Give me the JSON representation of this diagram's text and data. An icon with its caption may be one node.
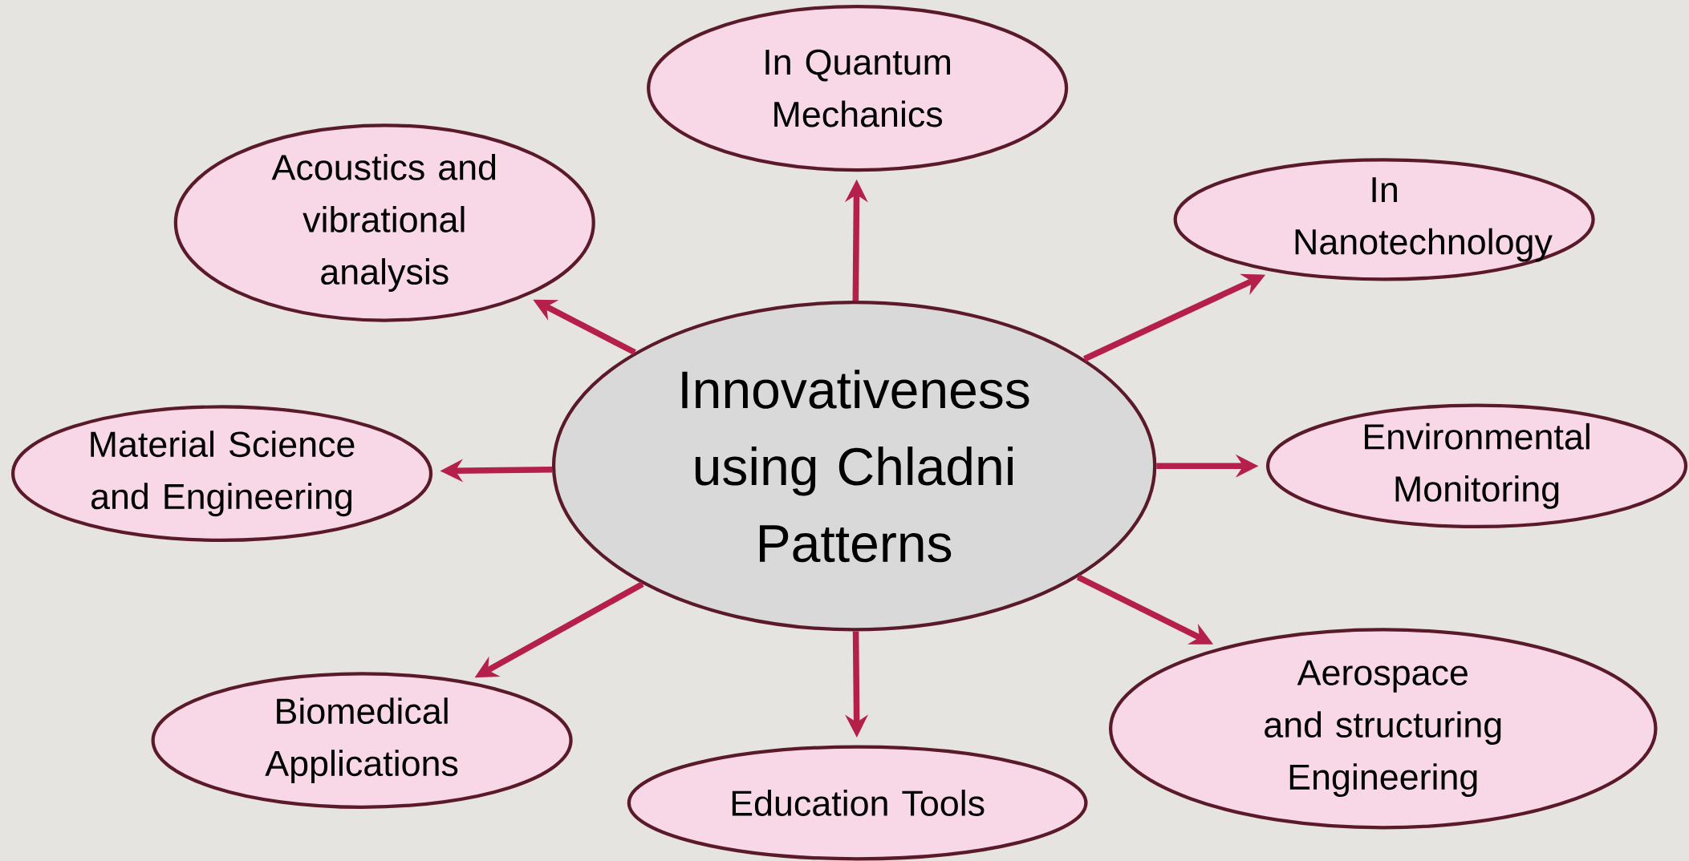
{
  "diagram": {
    "nodes": [
      {
        "text": [
          "Innovativeness using Chladni Patterns"
        ]
      },
      {
        "text": [
          "In Quantum Mechanics"
        ]
      },
      {
        "text": [
          "Acoustics and vibrational analysis"
        ]
      },
      {
        "text": [
          "In Nanotechnology"
        ]
      },
      {
        "text": [
          "Material Science and Engineering"
        ]
      },
      {
        "text": [
          "Environmental Monitoring"
        ]
      },
      {
        "text": [
          "Biomedical Applications"
        ]
      },
      {
        "text": [
          "Education Tools"
        ]
      },
      {
        "text": [
          "Aerospace and structuring Engineering"
        ]
      }
    ],
    "edges": [
      {
        "from": 0,
        "to": 1,
        "arrow": "to"
      },
      {
        "from": 0,
        "to": 2,
        "arrow": "to"
      },
      {
        "from": 0,
        "to": 3,
        "arrow": "to"
      },
      {
        "from": 0,
        "to": 4,
        "arrow": "to"
      },
      {
        "from": 0,
        "to": 5,
        "arrow": "to"
      },
      {
        "from": 0,
        "to": 6,
        "arrow": "to"
      },
      {
        "from": 0,
        "to": 7,
        "arrow": "to"
      },
      {
        "from": 0,
        "to": 8,
        "arrow": "to"
      }
    ]
  }
}
